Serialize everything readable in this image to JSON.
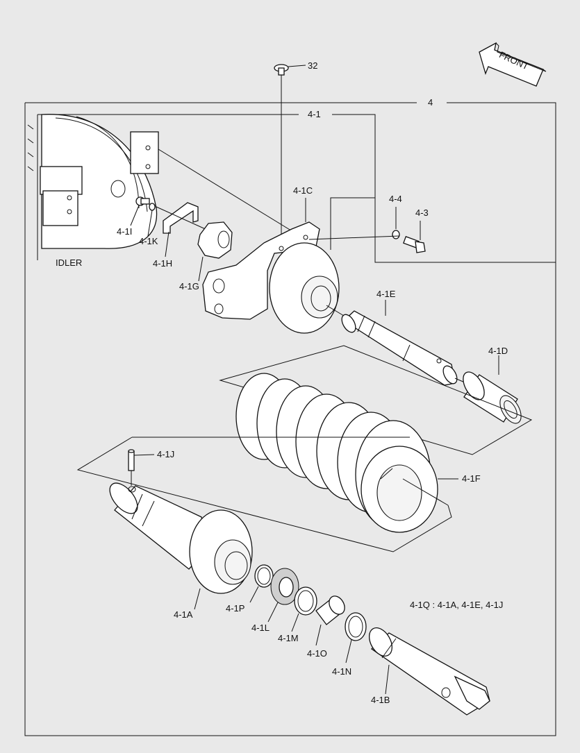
{
  "diagram": {
    "front_label": "FRONT",
    "idler_label": "IDLER",
    "note": "4-1Q  :  4-1A, 4-1E, 4-1J",
    "labels": {
      "l32": "32",
      "l4": "4",
      "l4_1": "4-1",
      "l4_1C": "4-1C",
      "l4_4": "4-4",
      "l4_3": "4-3",
      "l4_1I": "4-1I",
      "l4_1K": "4-1K",
      "l4_1H": "4-1H",
      "l4_1G": "4-1G",
      "l4_1E": "4-1E",
      "l4_1D": "4-1D",
      "l4_1F": "4-1F",
      "l4_1J": "4-1J",
      "l4_1A": "4-1A",
      "l4_1P": "4-1P",
      "l4_1L": "4-1L",
      "l4_1M": "4-1M",
      "l4_1O": "4-1O",
      "l4_1N": "4-1N",
      "l4_1B": "4-1B"
    }
  }
}
